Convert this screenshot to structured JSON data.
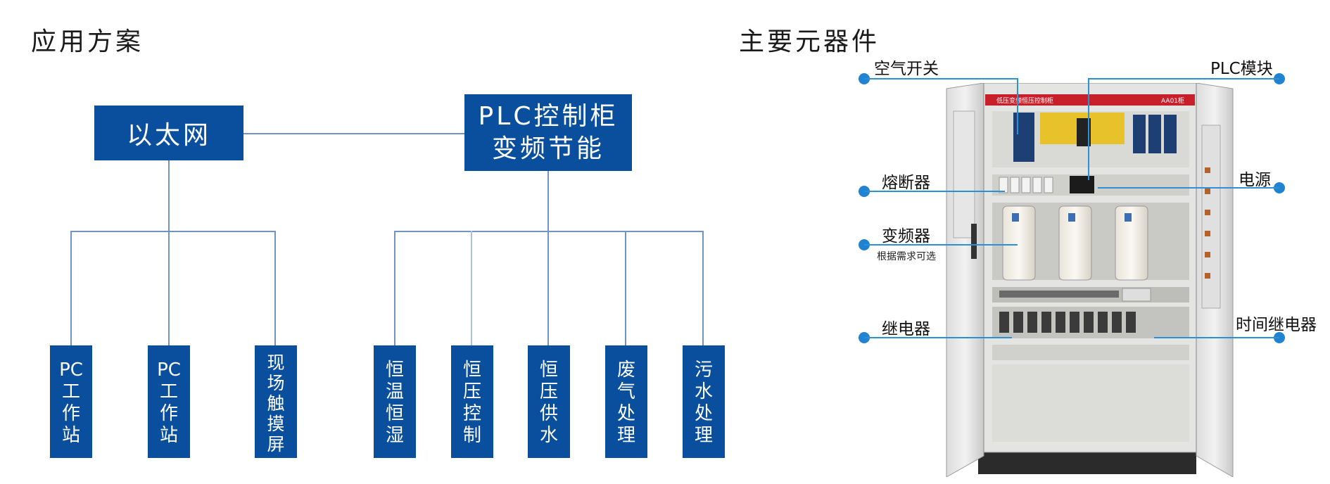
{
  "left_section": {
    "title": "应用方案",
    "ethernet_box": "以太网",
    "plc_box": {
      "line1": "PLC控制柜",
      "line2": "变频节能"
    },
    "ethernet_children": [
      "PC\n工\n作\n站",
      "PC\n工\n作\n站",
      "现\n场\n触\n摸\n屏"
    ],
    "plc_children": [
      "恒\n温\n恒\n湿",
      "恒\n压\n控\n制",
      "恒\n压\n供\n水",
      "废\n气\n处\n理",
      "污\n水\n处\n理"
    ]
  },
  "right_section": {
    "title": "主要元器件",
    "cabinet_header": {
      "left": "低压变频恒压控制柜",
      "right": "AA01柜"
    },
    "callouts_left": [
      {
        "label": "空气开关"
      },
      {
        "label": "熔断器"
      },
      {
        "label": "变频器",
        "note": "根据需求可选"
      },
      {
        "label": "继电器"
      }
    ],
    "callouts_right": [
      {
        "label": "PLC模块"
      },
      {
        "label": "电源"
      },
      {
        "label": "时间继电器"
      }
    ]
  },
  "colors": {
    "box_blue": "#0a4f9e",
    "callout_blue": "#1f83d2"
  }
}
